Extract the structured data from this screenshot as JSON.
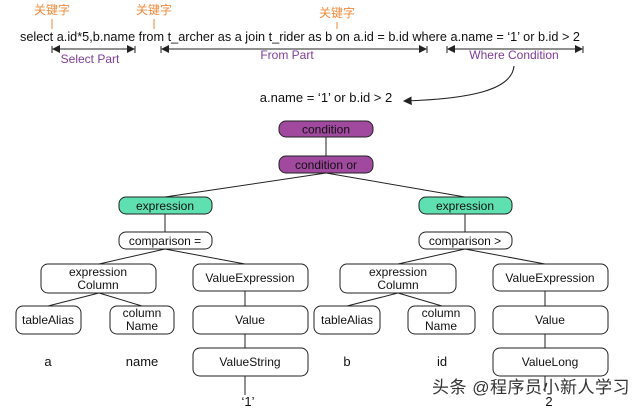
{
  "header": {
    "sql": "select a.id*5,b.name from t_archer as a join t_rider as b on a.id = b.id where a.name = ‘1’ or b.id > 2",
    "keywords": [
      "关键字",
      "关键字",
      "关键字"
    ],
    "parts": {
      "select": "Select Part",
      "from": "From Part",
      "where": "Where Condition"
    }
  },
  "condition_expr": "a.name = ‘1’ or b.id > 2",
  "nodes": {
    "condition": "condition",
    "condition_or": "condition or",
    "expression_left": "expression",
    "expression_right": "expression",
    "comparison_eq": "comparison =",
    "comparison_gt": "comparison >",
    "expr_col_left": [
      "expression",
      "Column"
    ],
    "expr_col_right": [
      "expression",
      "Column"
    ],
    "value_expr_left": "ValueExpression",
    "value_expr_right": "ValueExpression",
    "table_alias_left": "tableAlias",
    "table_alias_right": "tableAlias",
    "column_name_left": [
      "column",
      "Name"
    ],
    "column_name_right": [
      "column",
      "Name"
    ],
    "value_left": "Value",
    "value_right": "Value",
    "value_string": "ValueString",
    "value_long": "ValueLong"
  },
  "leaves": {
    "a": "a",
    "name": "name",
    "b": "b",
    "id": "id",
    "str1": "‘1’",
    "num2": "2"
  },
  "watermark": "头条 @程序员小新人学习",
  "colors": {
    "keyword": "#f08a3c",
    "part_label": "#7d3c98",
    "purple_fill": "#a0499f",
    "green_fill": "#5fe0b0",
    "white_fill": "#ffffff",
    "stroke": "#222222"
  }
}
